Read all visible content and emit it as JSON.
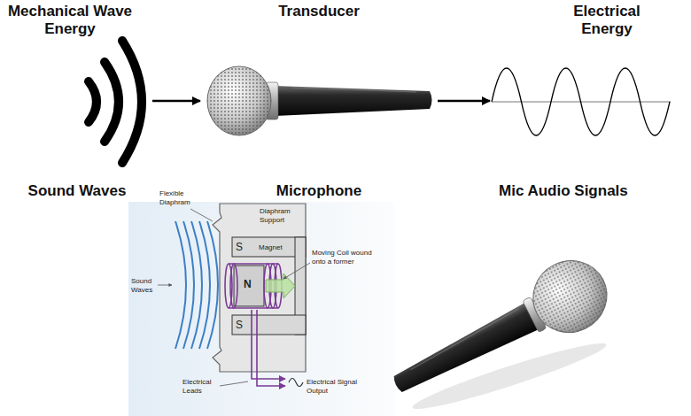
{
  "diagram": {
    "nodes": [
      {
        "text": [
          "Mechanical Wave Energy",
          "Sound Waves"
        ]
      },
      {
        "text": [
          "Transducer",
          "Microphone"
        ]
      },
      {
        "text": [
          "Electrical Energy",
          "Mic Audio Signals"
        ]
      }
    ],
    "edges": [
      {
        "from": 0,
        "to": 1,
        "arrow": "to"
      },
      {
        "from": 1,
        "to": 2,
        "arrow": "to"
      }
    ],
    "labels": [
      "Flexible Diaphram",
      "Diaphram Support",
      "S",
      "Magnet",
      "Moving Coil wound onto a former",
      "Sound Waves",
      "N",
      "S",
      "Electrical Leads",
      "Electrical Signal Output"
    ]
  }
}
